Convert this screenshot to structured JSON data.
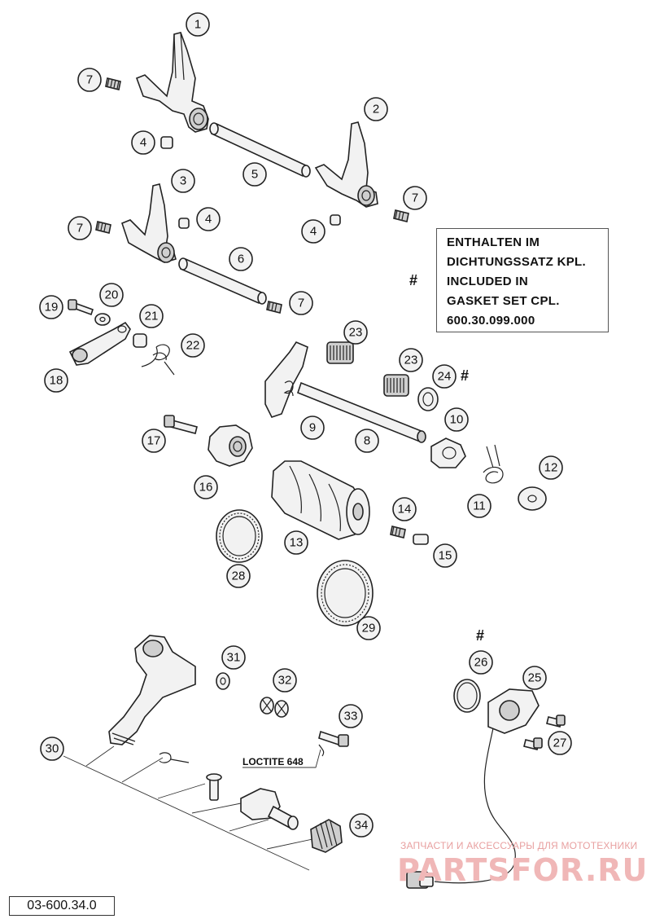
{
  "callouts": {
    "c1": "1",
    "c2": "2",
    "c3": "3",
    "c4a": "4",
    "c4b": "4",
    "c4c": "4",
    "c5": "5",
    "c6": "6",
    "c7a": "7",
    "c7b": "7",
    "c7c": "7",
    "c7d": "7",
    "c8": "8",
    "c9": "9",
    "c10": "10",
    "c11": "11",
    "c12": "12",
    "c13": "13",
    "c14": "14",
    "c15": "15",
    "c16": "16",
    "c17": "17",
    "c18": "18",
    "c19": "19",
    "c20": "20",
    "c21": "21",
    "c22": "22",
    "c23a": "23",
    "c23b": "23",
    "c24": "24",
    "c25": "25",
    "c26": "26",
    "c27": "27",
    "c28": "28",
    "c29": "29",
    "c30": "30",
    "c31": "31",
    "c32": "32",
    "c33": "33",
    "c34": "34"
  },
  "note": {
    "marker": "#",
    "line1": "ENTHALTEN IM",
    "line2": "DICHTUNGSSATZ KPL.",
    "line3": "INCLUDED IN",
    "line4": "GASKET SET CPL.",
    "line5": "600.30.099.000"
  },
  "marks": {
    "hash24": "#",
    "hash26": "#"
  },
  "loctite_label": "LOCTITE 648",
  "diagram_code": "03-600.34.0",
  "watermark": {
    "tagline": "ЗАПЧАСТИ И АКСЕССУАРЫ ДЛЯ МОТОТЕХНИКИ",
    "brand": "PARTSFOR.RU"
  }
}
